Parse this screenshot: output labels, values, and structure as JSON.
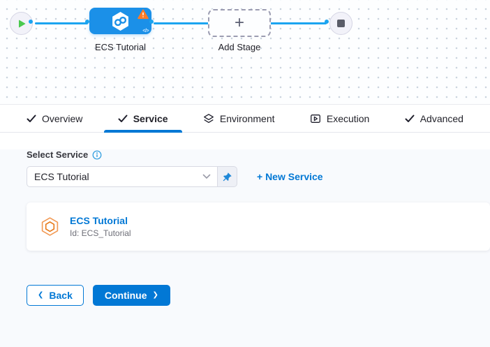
{
  "pipeline": {
    "stage": {
      "label": "ECS Tutorial",
      "code_glyph": "</>"
    },
    "add_stage": {
      "label": "Add Stage",
      "plus": "+"
    }
  },
  "tabs": {
    "overview": "Overview",
    "service": "Service",
    "environment": "Environment",
    "execution": "Execution",
    "advanced": "Advanced"
  },
  "service_form": {
    "label": "Select Service",
    "select_value": "ECS Tutorial",
    "new_service": "+ New Service",
    "card": {
      "title": "ECS Tutorial",
      "id": "Id: ECS_Tutorial"
    }
  },
  "footer": {
    "back": "Back",
    "continue": "Continue",
    "back_chevron": "❮",
    "continue_chevron": "❯"
  },
  "colors": {
    "primary_blue": "#0278d5",
    "node_blue": "#1b90e8",
    "edge_blue": "#1ba4f0",
    "warning_orange": "#ff7b26",
    "play_green": "#4ac94e",
    "service_icon_orange": "#ec8230"
  }
}
